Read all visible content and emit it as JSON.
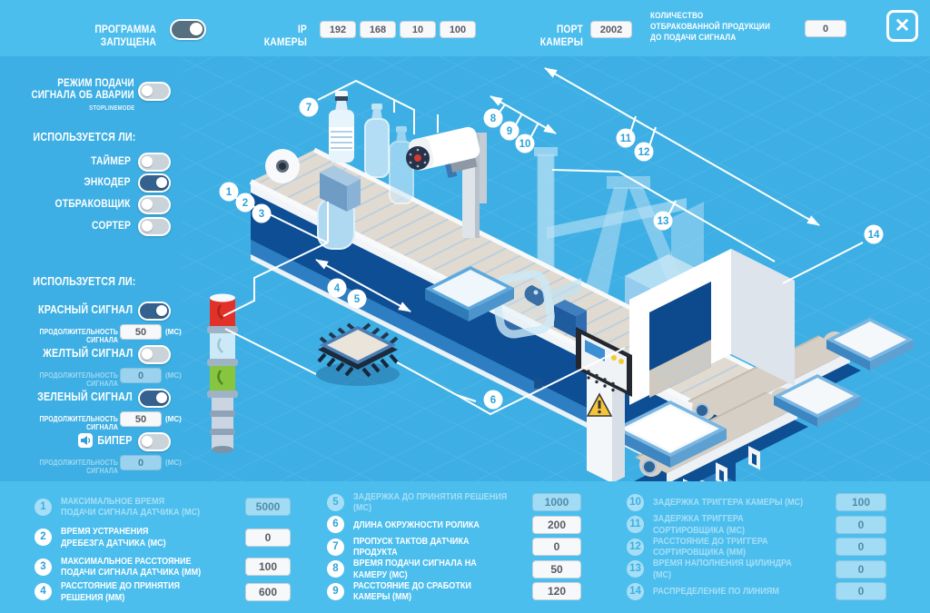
{
  "header": {
    "program_label": "ПРОГРАММА ЗАПУЩЕНА",
    "program_on": true,
    "ip_label": "IP КАМЕРЫ",
    "ip_octets": [
      "192",
      "168",
      "10",
      "100"
    ],
    "port_label": "ПОРТ КАМЕРЫ",
    "port_value": "2002",
    "reject_label": "КОЛИЧЕСТВО\nОТБРАКОВАННОЙ ПРОДУКЦИИ\nДО ПОДАЧИ СИГНАЛА",
    "reject_value": "0",
    "close_icon": "✕"
  },
  "sidebar": {
    "alarm_label": "РЕЖИМ ПОДАЧИ\nСИГНАЛА ОБ АВАРИИ",
    "alarm_sub": "STOPLINEMODE",
    "alarm_on": false,
    "usage_title": "ИСПОЛЬЗУЕТСЯ ЛИ:",
    "timer_label": "ТАЙМЕР",
    "timer_on": false,
    "encoder_label": "ЭНКОДЕР",
    "encoder_on": true,
    "rejector_label": "ОТБРАКОВЩИК",
    "rejector_on": false,
    "sorter_label": "СОРТЕР",
    "sorter_on": false,
    "signals_title": "ИСПОЛЬЗУЕТСЯ ЛИ:",
    "duration_label": "ПРОДОЛЖИТЕЛЬНОСТЬ СИГНАЛА",
    "ms_label": "(МС)",
    "red_label": "КРАСНЫЙ СИГНАЛ",
    "red_on": true,
    "red_duration": "50",
    "yellow_label": "ЖЕЛТЫЙ СИГНАЛ",
    "yellow_on": false,
    "yellow_duration": "0",
    "yellow_dim": true,
    "green_label": "ЗЕЛЕНЫЙ СИГНАЛ",
    "green_on": true,
    "green_duration": "50",
    "beeper_label": "БИПЕР",
    "beeper_on": false,
    "beeper_duration": "0",
    "beeper_dim": true
  },
  "params": {
    "p1": {
      "num": "1",
      "label": "МАКСИМАЛЬНОЕ ВРЕМЯ\nПОДАЧИ СИГНАЛА ДАТЧИКА (МС)",
      "value": "5000",
      "disabled": true
    },
    "p2": {
      "num": "2",
      "label": "ВРЕМЯ УСТРАНЕНИЯ\nДРЕБЕЗГА ДАТЧИКА (МС)",
      "value": "0",
      "disabled": false
    },
    "p3": {
      "num": "3",
      "label": "МАКСИМАЛЬНОЕ РАССТОЯНИЕ\nПОДАЧИ СИГНАЛА ДАТЧИКА (ММ)",
      "value": "100",
      "disabled": false
    },
    "p4": {
      "num": "4",
      "label": "РАССТОЯНИЕ ДО ПРИНЯТИЯ РЕШЕНИЯ (ММ)",
      "value": "600",
      "disabled": false
    },
    "p5": {
      "num": "5",
      "label": "ЗАДЕРЖКА ДО ПРИНЯТИЯ РЕШЕНИЯ (МС)",
      "value": "1000",
      "disabled": true
    },
    "p6": {
      "num": "6",
      "label": "ДЛИНА ОКРУЖНОСТИ РОЛИКА",
      "value": "200",
      "disabled": false
    },
    "p7": {
      "num": "7",
      "label": "ПРОПУСК ТАКТОВ ДАТЧИКА ПРОДУКТА",
      "value": "0",
      "disabled": false
    },
    "p8": {
      "num": "8",
      "label": "ВРЕМЯ ПОДАЧИ СИГНАЛА НА КАМЕРУ (МС)",
      "value": "50",
      "disabled": false
    },
    "p9": {
      "num": "9",
      "label": "РАССТОЯНИЕ ДО СРАБОТКИ КАМЕРЫ (ММ)",
      "value": "120",
      "disabled": false
    },
    "p10": {
      "num": "10",
      "label": "ЗАДЕРЖКА ТРИГГЕРА КАМЕРЫ (МС)",
      "value": "100",
      "disabled": true
    },
    "p11": {
      "num": "11",
      "label": "ЗАДЕРЖКА ТРИГГЕРА СОРТИРОВЩИКА (МС)",
      "value": "0",
      "disabled": true
    },
    "p12": {
      "num": "12",
      "label": "РАССТОЯНИЕ ДО ТРИГГЕРА СОРТИРОВЩИКА (ММ)",
      "value": "0",
      "disabled": true
    },
    "p13": {
      "num": "13",
      "label": "ВРЕМЯ НАПОЛНЕНИЯ ЦИЛИНДРА (МС)",
      "value": "0",
      "disabled": true
    },
    "p14": {
      "num": "14",
      "label": "РАСПРЕДЕЛЕНИЕ ПО ЛИНИЯМ",
      "value": "0",
      "disabled": true
    }
  },
  "callouts": [
    "1",
    "2",
    "3",
    "4",
    "5",
    "6",
    "7",
    "8",
    "9",
    "10",
    "11",
    "12",
    "13",
    "14"
  ],
  "colors": {
    "bar": "#4CBEEE",
    "main_bg": "#3EAFE4",
    "accent": "#2DA2DA",
    "toggle_on": "#35618E",
    "conveyor_navy": "#0E4E94",
    "signal_red": "#E23128",
    "signal_green": "#87C540",
    "warning_yellow": "#F6C437"
  }
}
